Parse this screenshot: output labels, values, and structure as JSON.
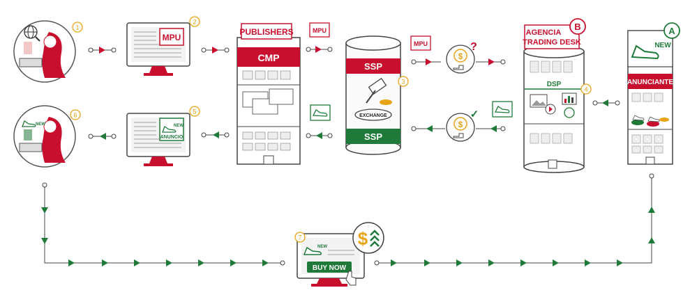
{
  "colors": {
    "red": "#c8102e",
    "green": "#1f7a3a",
    "gold": "#e8a317",
    "line": "#444444",
    "light": "#f2f2f2"
  },
  "steps": [
    {
      "number": "1"
    },
    {
      "number": "2"
    },
    {
      "number": "3"
    },
    {
      "number": "4"
    },
    {
      "number": "5"
    },
    {
      "number": "6"
    },
    {
      "number": "7"
    }
  ],
  "labels": {
    "mpu_screen": "MPU",
    "mpu_tag_1": "MPU",
    "mpu_tag_2": "MPU",
    "publishers": "PUBLISHERS",
    "cmp": "CMP",
    "ssp_top": "SSP",
    "ssp_bottom": "SSP",
    "exchange": "EXCHANGE",
    "agencia_line1": "AGENCIA",
    "agencia_line2": "TRADING DESK",
    "dsp": "DSP",
    "anunciante": "ANUNCIANTE",
    "new_sign": "NEW",
    "new_ad": "NEW",
    "anuncio": "ANUNCIO",
    "new_user": "NEW",
    "new_final": "NEW",
    "buy_now": "BUY NOW",
    "badge_b": "B",
    "badge_a": "A",
    "question": "?",
    "check": "✓",
    "dollar_1": "$",
    "dollar_2": "$",
    "dollar_3": "$"
  },
  "icons": [
    "globe-icon",
    "sneaker-icon",
    "gavel-icon",
    "question-icon",
    "check-icon",
    "dollar-icon",
    "cursor-hand-icon",
    "up-chevrons-icon",
    "chart-icon",
    "image-icon",
    "play-icon"
  ]
}
